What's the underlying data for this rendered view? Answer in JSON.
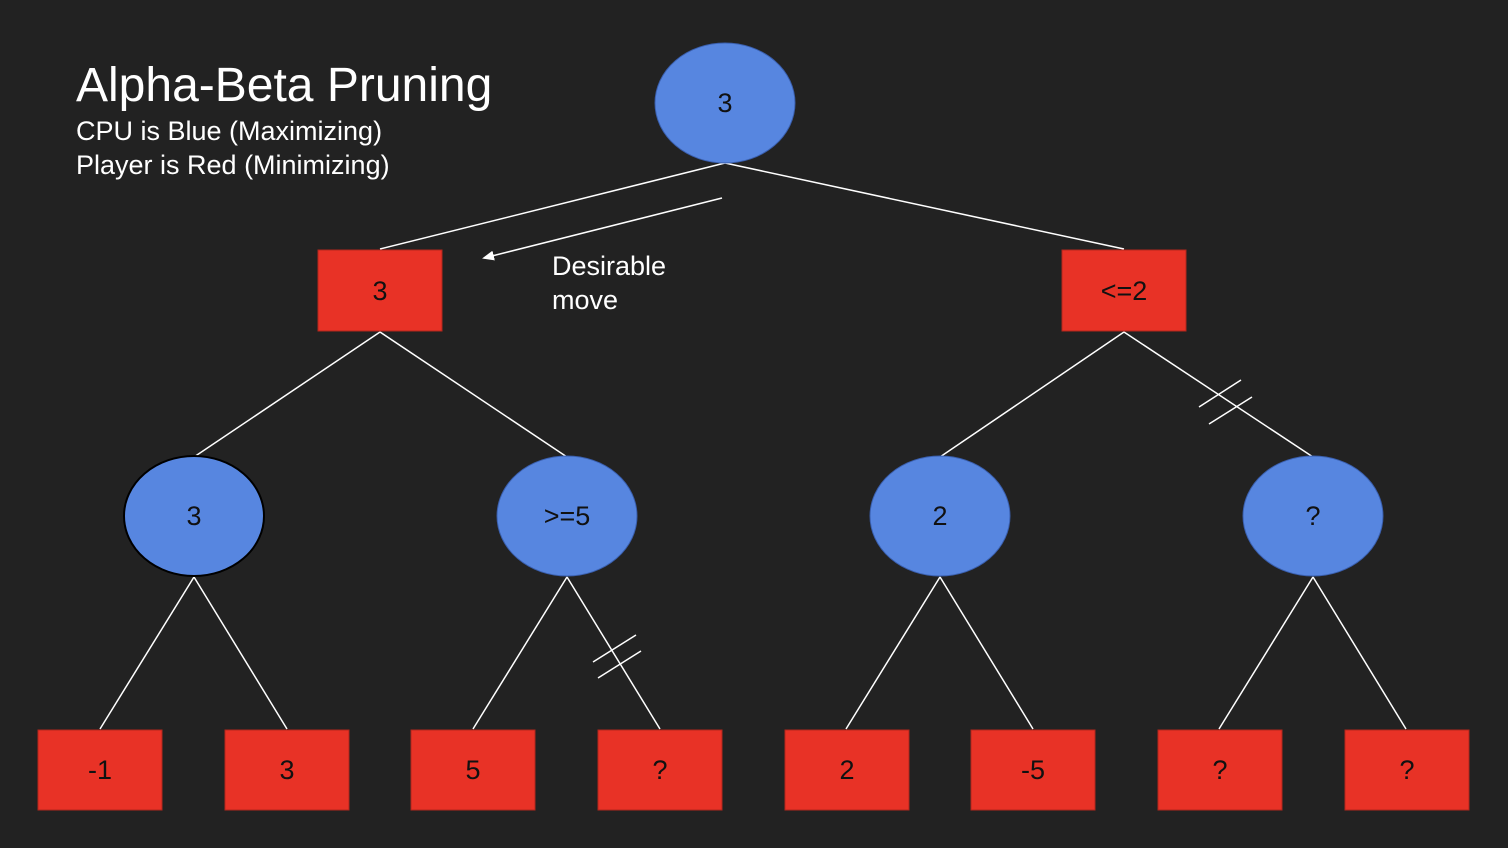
{
  "title": "Alpha-Beta Pruning",
  "subtitle_lines": [
    "CPU is Blue (Maximizing)",
    "Player is Red (Minimizing)"
  ],
  "annotation": {
    "line1": "Desirable",
    "line2": "move"
  },
  "colors": {
    "background": "#222222",
    "max_node": "#5786e0",
    "min_node": "#e83226",
    "edge": "#ffffff",
    "text": "#ffffff"
  },
  "tree": {
    "root": {
      "label": "3",
      "kind": "max"
    },
    "level1": [
      {
        "label": "3",
        "kind": "min"
      },
      {
        "label": "<=2",
        "kind": "min"
      }
    ],
    "level2": [
      {
        "label": "3",
        "kind": "max"
      },
      {
        "label": ">=5",
        "kind": "max"
      },
      {
        "label": "2",
        "kind": "max"
      },
      {
        "label": "?",
        "kind": "max"
      }
    ],
    "leaves": [
      {
        "label": "-1",
        "kind": "min"
      },
      {
        "label": "3",
        "kind": "min"
      },
      {
        "label": "5",
        "kind": "min"
      },
      {
        "label": "?",
        "kind": "min"
      },
      {
        "label": "2",
        "kind": "min"
      },
      {
        "label": "-5",
        "kind": "min"
      },
      {
        "label": "?",
        "kind": "min"
      },
      {
        "label": "?",
        "kind": "min"
      }
    ]
  }
}
